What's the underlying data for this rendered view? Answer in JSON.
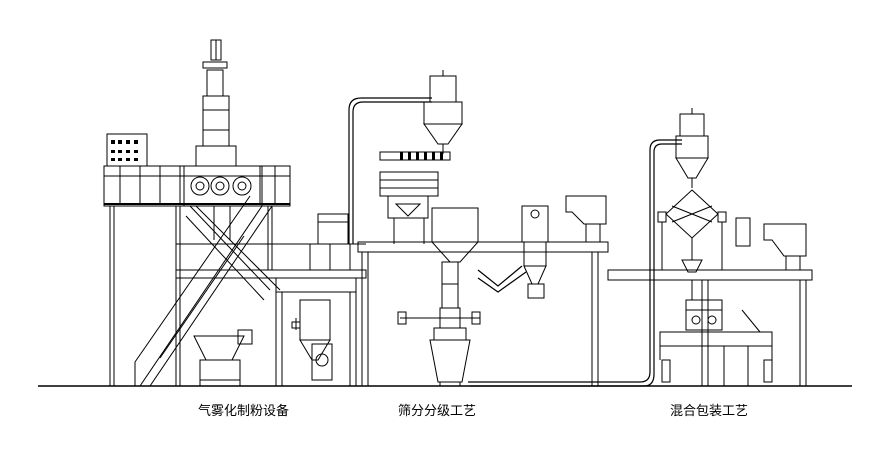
{
  "diagram": {
    "line_color": "#000000",
    "background": "#ffffff",
    "sections": [
      {
        "label": "气雾化制粉设备"
      },
      {
        "label": "筛分分级工艺"
      },
      {
        "label": "混合包装工艺"
      }
    ]
  }
}
